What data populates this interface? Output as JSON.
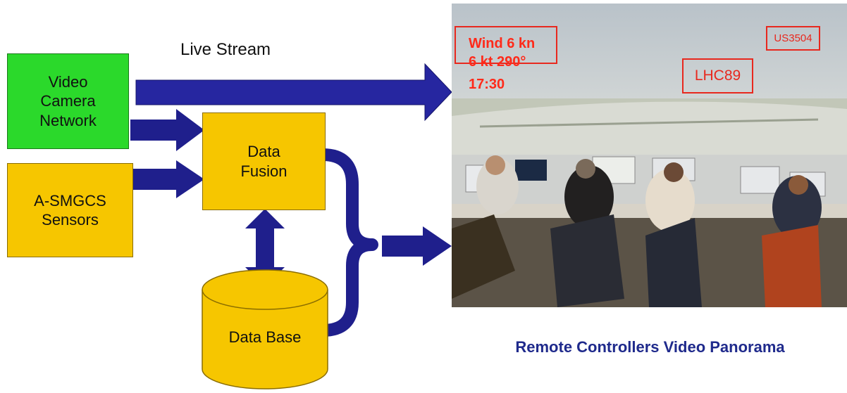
{
  "boxes": {
    "video_camera": "Video\nCamera\nNetwork",
    "asmgcs": "A-SMGCS\nSensors",
    "fusion": "Data\nFusion",
    "database": "Data Base"
  },
  "labels": {
    "live_stream": "Live Stream",
    "panorama_caption": "Remote Controllers Video Panorama"
  },
  "hud": {
    "wind": "Wind 6 kn",
    "wind_dir": "6 kt  290°",
    "time": "17:30",
    "callsign_1": "US3504",
    "callsign_2": "LHC89"
  },
  "colors": {
    "arrow": "#1f1f8c",
    "box_green": "#2bd92b",
    "box_gold": "#f6c600",
    "hud_red": "#e8281e",
    "caption": "#1f2a8c"
  }
}
